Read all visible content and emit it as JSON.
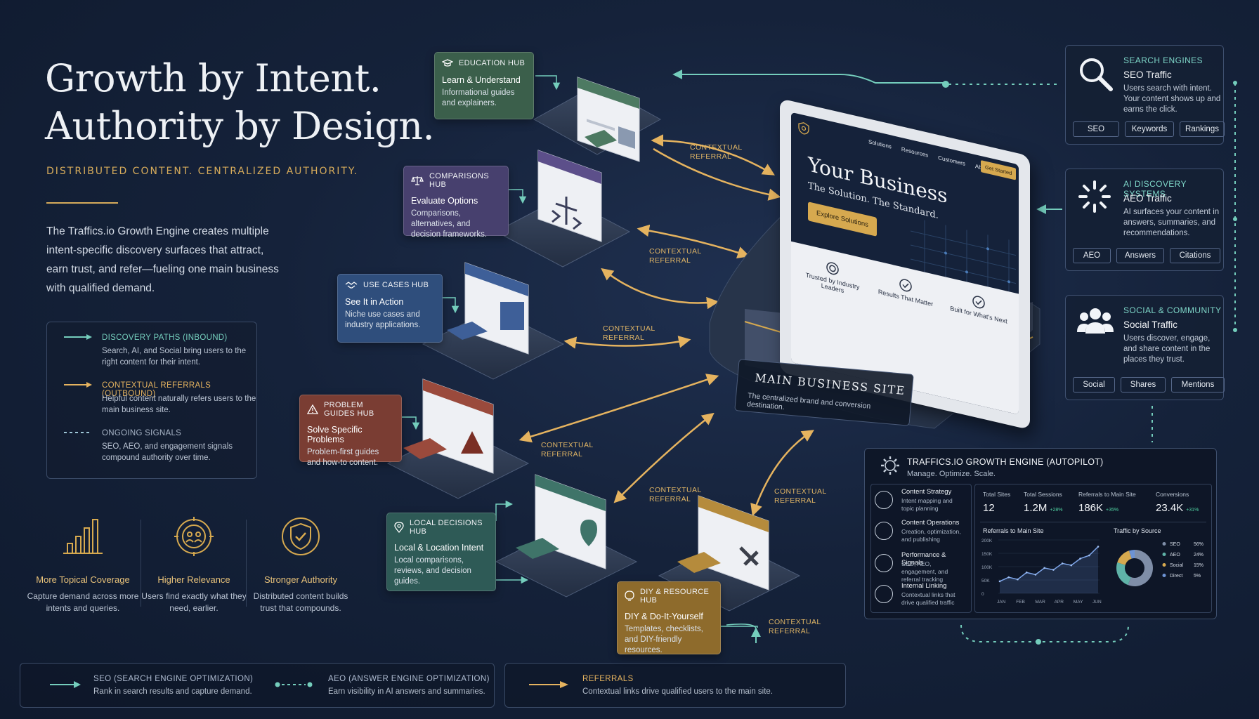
{
  "hero": {
    "title_line1": "Growth by Intent.",
    "title_line2": "Authority by Design.",
    "subtitle": "DISTRIBUTED CONTENT. CENTRALIZED AUTHORITY.",
    "body": "The Traffics.io Growth Engine creates multiple intent-specific discovery surfaces that attract, earn trust, and refer—fueling one main business with qualified demand."
  },
  "legend": [
    {
      "label": "DISCOVERY PATHS (INBOUND)",
      "desc": "Search, AI, and Social bring users to the right content for their intent."
    },
    {
      "label": "CONTEXTUAL REFERRALS (OUTBOUND)",
      "desc": "Helpful content naturally refers users to the main business site."
    },
    {
      "label": "ONGOING SIGNALS",
      "desc": "SEO, AEO, and engagement signals compound authority over time."
    }
  ],
  "benefits": [
    {
      "title": "More Topical Coverage",
      "desc": "Capture demand across more intents and queries.",
      "icon": "bar-chart-icon"
    },
    {
      "title": "Higher Relevance",
      "desc": "Users find exactly what they need, earlier.",
      "icon": "target-users-icon"
    },
    {
      "title": "Stronger Authority",
      "desc": "Distributed content builds trust that compounds.",
      "icon": "shield-check-icon"
    }
  ],
  "bottom": {
    "seo_label": "SEO (SEARCH ENGINE OPTIMIZATION)",
    "seo_desc": "Rank in search results and capture demand.",
    "aeo_label": "AEO (ANSWER ENGINE OPTIMIZATION)",
    "aeo_desc": "Earn visibility in AI answers and summaries.",
    "ref_label": "REFERRALS",
    "ref_desc": "Contextual links drive qualified users to the main site."
  },
  "hubs": {
    "education": {
      "hub": "EDUCATION HUB",
      "sub": "Learn & Understand",
      "desc": "Informational guides and explainers."
    },
    "comparisons": {
      "hub": "COMPARISONS HUB",
      "sub": "Evaluate Options",
      "desc": "Comparisons, alternatives, and decision frameworks."
    },
    "usecases": {
      "hub": "USE CASES HUB",
      "sub": "See It in Action",
      "desc": "Niche use cases and industry applications."
    },
    "problem": {
      "hub": "PROBLEM GUIDES HUB",
      "sub": "Solve Specific Problems",
      "desc": "Problem-first guides and how-to content."
    },
    "local": {
      "hub": "LOCAL DECISIONS HUB",
      "sub": "Local & Location Intent",
      "desc": "Local comparisons, reviews, and decision guides."
    },
    "diy": {
      "hub": "DIY & RESOURCE HUB",
      "sub": "DIY & Do-It-Yourself",
      "desc": "Templates, checklists, and DIY-friendly resources."
    }
  },
  "referral_label": "CONTEXTUAL REFERRAL",
  "main_site": {
    "nav": [
      "Solutions",
      "Resources",
      "Customers",
      "About"
    ],
    "cta": "Get Started",
    "headline": "Your Business",
    "tagline": "The Solution. The Standard.",
    "button": "Explore Solutions",
    "features": [
      "Trusted by Industry Leaders",
      "Results That Matter",
      "Built for What's Next"
    ],
    "label": "MAIN BUSINESS SITE",
    "label_desc": "The centralized brand and conversion destination."
  },
  "channels": [
    {
      "category": "SEARCH ENGINES",
      "title": "SEO Traffic",
      "desc": "Users search with intent. Your content shows up and earns the click.",
      "tags": [
        "SEO",
        "Keywords",
        "Rankings"
      ],
      "icon": "magnifier-icon"
    },
    {
      "category": "AI DISCOVERY SYSTEMS",
      "title": "AEO Traffic",
      "desc": "AI surfaces your content in answers, summaries, and recommendations.",
      "tags": [
        "AEO",
        "Answers",
        "Citations"
      ],
      "icon": "ai-spark-icon"
    },
    {
      "category": "SOCIAL & COMMUNITY",
      "title": "Social Traffic",
      "desc": "Users discover, engage, and share content in the places they trust.",
      "tags": [
        "Social",
        "Shares",
        "Mentions"
      ],
      "icon": "people-icon"
    }
  ],
  "autopilot": {
    "title": "TRAFFICS.IO GROWTH ENGINE (AUTOPILOT)",
    "subtitle": "Manage. Optimize. Scale.",
    "features": [
      {
        "title": "Content Strategy",
        "desc": "Intent mapping and topic planning"
      },
      {
        "title": "Content Operations",
        "desc": "Creation, optimization, and publishing"
      },
      {
        "title": "Performance & Signals",
        "desc": "SEO, AEO, engagement, and referral tracking"
      },
      {
        "title": "Internal Linking",
        "desc": "Contextual links that drive qualified traffic"
      }
    ],
    "stats": [
      {
        "label": "Total Sites",
        "value": "12",
        "delta": ""
      },
      {
        "label": "Total Sessions",
        "value": "1.2M",
        "delta": "+28%"
      },
      {
        "label": "Referrals to Main Site",
        "value": "186K",
        "delta": "+35%"
      },
      {
        "label": "Conversions",
        "value": "23.4K",
        "delta": "+31%"
      }
    ],
    "line_title": "Referrals to Main Site",
    "pie_title": "Traffic by Source",
    "y_ticks": [
      "200K",
      "150K",
      "100K",
      "50K",
      "0"
    ],
    "months": [
      "JAN",
      "FEB",
      "MAR",
      "APR",
      "MAY",
      "JUN"
    ],
    "referrals_series": [
      45,
      60,
      52,
      78,
      70,
      95,
      88,
      112,
      105,
      130,
      142,
      175
    ],
    "sources": [
      {
        "name": "SEO",
        "pct": "56%",
        "value": 56,
        "color": "#7f8ea8"
      },
      {
        "name": "AEO",
        "pct": "24%",
        "value": 24,
        "color": "#5fb3a8"
      },
      {
        "name": "Social",
        "pct": "15%",
        "value": 15,
        "color": "#d6a94f"
      },
      {
        "name": "Direct",
        "pct": "5%",
        "value": 5,
        "color": "#6d93d4"
      }
    ]
  }
}
